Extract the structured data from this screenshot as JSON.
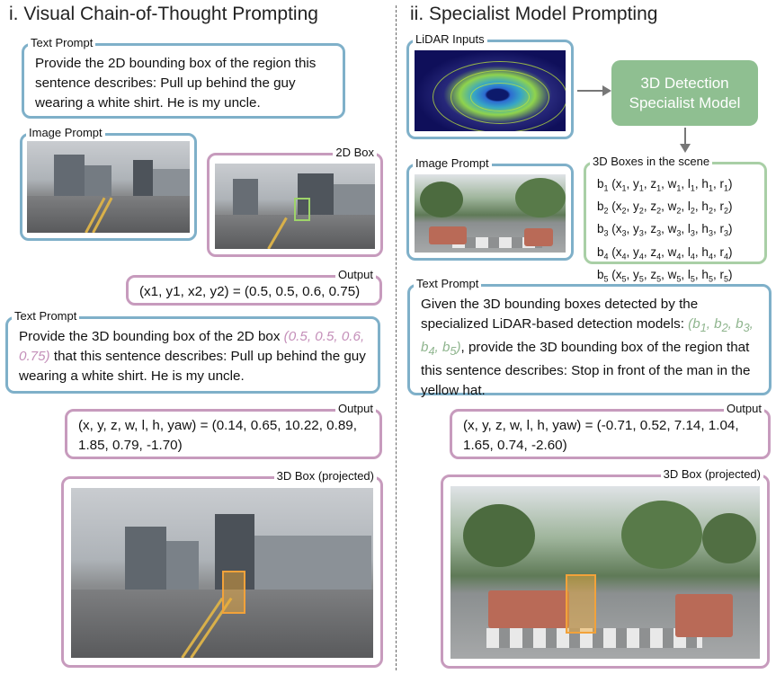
{
  "left": {
    "title": "i. Visual Chain-of-Thought Prompting",
    "text_prompt_1": {
      "tag": "Text Prompt",
      "text": "Provide the 2D bounding box of the region this sentence describes: Pull up behind the guy wearing a white shirt. He is my uncle."
    },
    "image_prompt": {
      "tag": "Image Prompt"
    },
    "box_2d": {
      "tag": "2D Box"
    },
    "output_1": {
      "tag": "Output",
      "text": "(x1, y1, x2, y2) = (0.5, 0.5, 0.6, 0.75)"
    },
    "text_prompt_2": {
      "tag": "Text Prompt",
      "text_before": "Provide the 3D bounding box of the 2D box ",
      "highlight": "(0.5, 0.5, 0.6, 0.75)",
      "text_after": " that this sentence describes: Pull up behind the guy wearing a white shirt. He is my uncle."
    },
    "output_2": {
      "tag": "Output",
      "text": "(x, y, z, w, l, h, yaw) = (0.14, 0.65, 10.22, 0.89, 1.85, 0.79, -1.70)"
    },
    "box_3d": {
      "tag": "3D Box (projected)"
    }
  },
  "right": {
    "title": "ii. Specialist Model Prompting",
    "lidar": {
      "tag": "LiDAR Inputs"
    },
    "specialist": {
      "line1": "3D Detection",
      "line2": "Specialist Model"
    },
    "image_prompt": {
      "tag": "Image Prompt"
    },
    "boxes_scene": {
      "tag": "3D Boxes in the scene",
      "items": [
        {
          "b": "1",
          "vals": [
            "x",
            "1",
            "y",
            "1",
            "z",
            "1",
            "w",
            "1",
            "l",
            "1",
            "h",
            "1",
            "r",
            "1"
          ]
        },
        {
          "b": "2",
          "vals": [
            "x",
            "2",
            "y",
            "2",
            "z",
            "2",
            "w",
            "2",
            "l",
            "2",
            "h",
            "2",
            "r",
            "2"
          ]
        },
        {
          "b": "3",
          "vals": [
            "x",
            "3",
            "y",
            "3",
            "z",
            "3",
            "w",
            "3",
            "l",
            "3",
            "h",
            "3",
            "r",
            "3"
          ]
        },
        {
          "b": "4",
          "vals": [
            "x",
            "4",
            "y",
            "4",
            "z",
            "4",
            "w",
            "4",
            "l",
            "4",
            "h",
            "4",
            "r",
            "4"
          ]
        },
        {
          "b": "5",
          "vals": [
            "x",
            "5",
            "y",
            "5",
            "z",
            "5",
            "w",
            "5",
            "l",
            "5",
            "h",
            "5",
            "r",
            "5"
          ]
        }
      ]
    },
    "text_prompt": {
      "tag": "Text Prompt",
      "text_before": "Given the 3D bounding boxes detected by the specialized LiDAR-based detection models: ",
      "highlight": "(b1, b2, b3, b4, b5)",
      "text_after": ", provide the 3D bounding box of the region that this sentence describes: Stop in front of the man in the yellow hat."
    },
    "output": {
      "tag": "Output",
      "text": "(x, y, z, w, l, h, yaw) = (-0.71, 0.52, 7.14, 1.04, 1.65, 0.74, -2.60)"
    },
    "box_3d": {
      "tag": "3D Box (projected)"
    }
  },
  "colors": {
    "prompt_border": "#7fb0c9",
    "output_border": "#c79bbd",
    "specialist_fill": "#8fbf91",
    "box2d": "#9ed36a",
    "box3d": "#f2a23a"
  }
}
